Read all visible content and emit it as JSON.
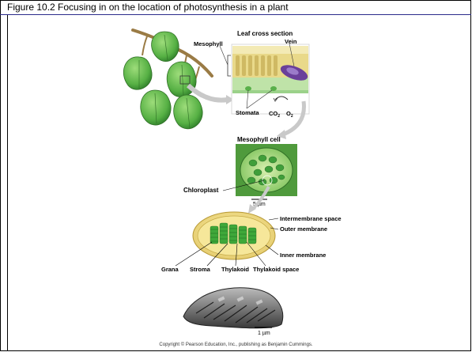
{
  "figure": {
    "title": "Figure 10.2  Focusing in on the location of photosynthesis in a plant"
  },
  "labels": {
    "leaf_cross_section": "Leaf cross section",
    "vein": "Vein",
    "mesophyll": "Mesophyll",
    "stomata": "Stomata",
    "co2": "CO",
    "co2_sub": "2",
    "o2": "O",
    "o2_sub": "2",
    "mesophyll_cell": "Mesophyll cell",
    "scale_5um": "5 µm",
    "chloroplast": "Chloroplast",
    "intermembrane_space": "Intermembrane space",
    "outer_membrane": "Outer membrane",
    "inner_membrane": "Inner membrane",
    "grana": "Grana",
    "stroma": "Stroma",
    "thylakoid": "Thylakoid",
    "thylakoid_space": "Thylakoid space",
    "scale_1um": "1 µm"
  },
  "copyright": "Copyright © Pearson Education, Inc., publishing as Benjamin Cummings.",
  "colors": {
    "title_rule": "#2b2b8a",
    "leaf_green": "#5fb84a",
    "stem_brown": "#9a7b45",
    "mesophyll_yellow": "#e9d98a",
    "vein_purple": "#6a3f9a",
    "chloroplast_green": "#3f9e3a"
  }
}
